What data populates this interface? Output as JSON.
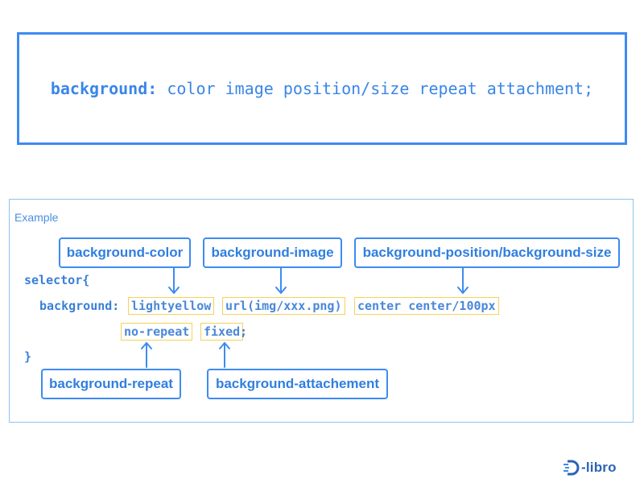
{
  "syntax": {
    "property": "background:",
    "values": " color image position/size repeat attachment;"
  },
  "example": {
    "label": "Example",
    "tags": {
      "color": "background-color",
      "image": "background-image",
      "position_size": "background-position/background-size",
      "repeat": "background-repeat",
      "attachment": "background-attachement"
    },
    "code": {
      "selector": "selector{",
      "property": "background:",
      "color_value": "lightyellow",
      "image_value": "url(img/xxx.png)",
      "position_size_value": "center center/100px",
      "repeat_value": "no-repeat",
      "attachment_value": "fixed",
      "terminator": ";",
      "close_brace": "}"
    }
  },
  "logo": {
    "text": "libro",
    "icon": "d-logo-icon"
  },
  "colors": {
    "accent": "#3d8bf2",
    "highlight_border": "#f5d15a",
    "example_border": "#8ec3ef",
    "logo": "#2a63b8"
  }
}
